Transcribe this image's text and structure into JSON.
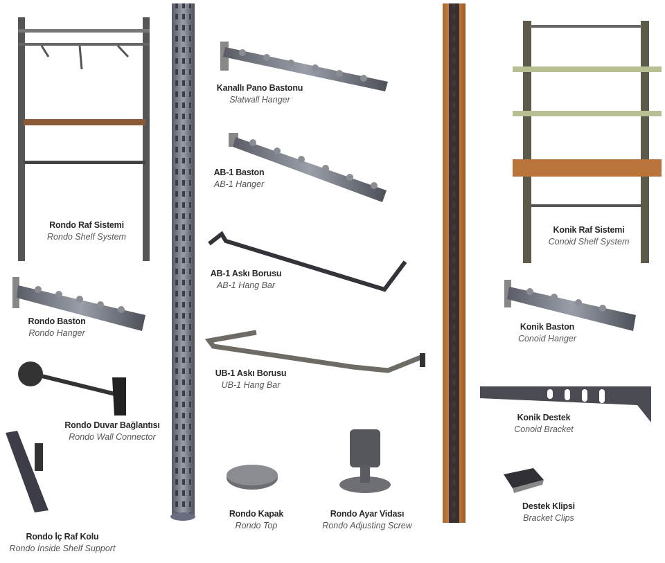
{
  "products": [
    {
      "tr": "Rondo Raf Sistemi",
      "en": "Rondo Shelf System"
    },
    {
      "tr": "Rondo Baston",
      "en": "Rondo Hanger"
    },
    {
      "tr": "Rondo Duvar Bağlantısı",
      "en": "Rondo Wall Connector"
    },
    {
      "tr": "Rondo İç Raf Kolu",
      "en": "Rondo İnside Shelf Support"
    },
    {
      "tr": "Kanallı Pano Bastonu",
      "en": "Slatwall Hanger"
    },
    {
      "tr": "AB-1 Baston",
      "en": "AB-1 Hanger"
    },
    {
      "tr": "AB-1 Askı Borusu",
      "en": "AB-1 Hang Bar"
    },
    {
      "tr": "UB-1 Askı Borusu",
      "en": "UB-1 Hang Bar"
    },
    {
      "tr": "Rondo Kapak",
      "en": "Rondo Top"
    },
    {
      "tr": "Rondo Ayar Vidası",
      "en": "Rondo Adjusting Screw"
    },
    {
      "tr": "Konik Raf Sistemi",
      "en": "Conoid Shelf System"
    },
    {
      "tr": "Konik Baston",
      "en": "Conoid Hanger"
    },
    {
      "tr": "Konik Destek",
      "en": "Conoid Bracket"
    },
    {
      "tr": "Destek Klipsi",
      "en": "Bracket Clips"
    }
  ],
  "colors": {
    "steel": "#6b6f78",
    "wood": "#b8743a",
    "shelf_glass": "#b9bf95",
    "dark": "#2f3036"
  }
}
